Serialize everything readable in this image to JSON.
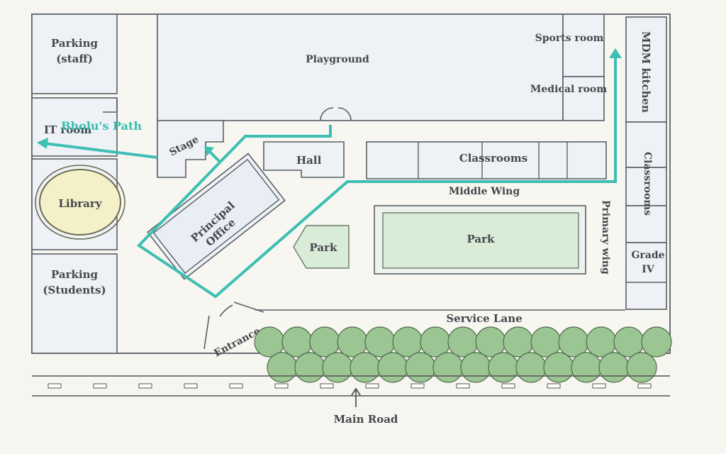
{
  "labels": {
    "parking_staff_1": "Parking",
    "parking_staff_2": "(staff)",
    "playground": "Playground",
    "sports_room": "Sports room",
    "medical_room": "Medical room",
    "mdm_kitchen": "MDM kitchen",
    "it_room": "IT room",
    "stage": "Stage",
    "hall": "Hall",
    "classrooms_middle": "Classrooms",
    "middle_wing": "Middle Wing",
    "classrooms_primary": "Classrooms",
    "primary_wing": "Primary wing",
    "grade_iv_1": "Grade",
    "grade_iv_2": "IV",
    "library": "Library",
    "principal_office_1": "Principal",
    "principal_office_2": "Office",
    "park_small": "Park",
    "park_large": "Park",
    "parking_students_1": "Parking",
    "parking_students_2": "(Students)",
    "service_lane": "Service Lane",
    "entrance": "Entrance",
    "main_road": "Main Road"
  },
  "path": {
    "label": "Bholu's Path",
    "color": "#3dbfb3"
  },
  "colors": {
    "background": "#f6f5ef",
    "building": "#eef2f6",
    "park": "#d9ecd8",
    "library": "#f4f1c8",
    "trees": "#9cc594"
  },
  "icons": {
    "arrow_end": "arrow-icon",
    "main_road_arrow": "up-arrow-icon"
  }
}
